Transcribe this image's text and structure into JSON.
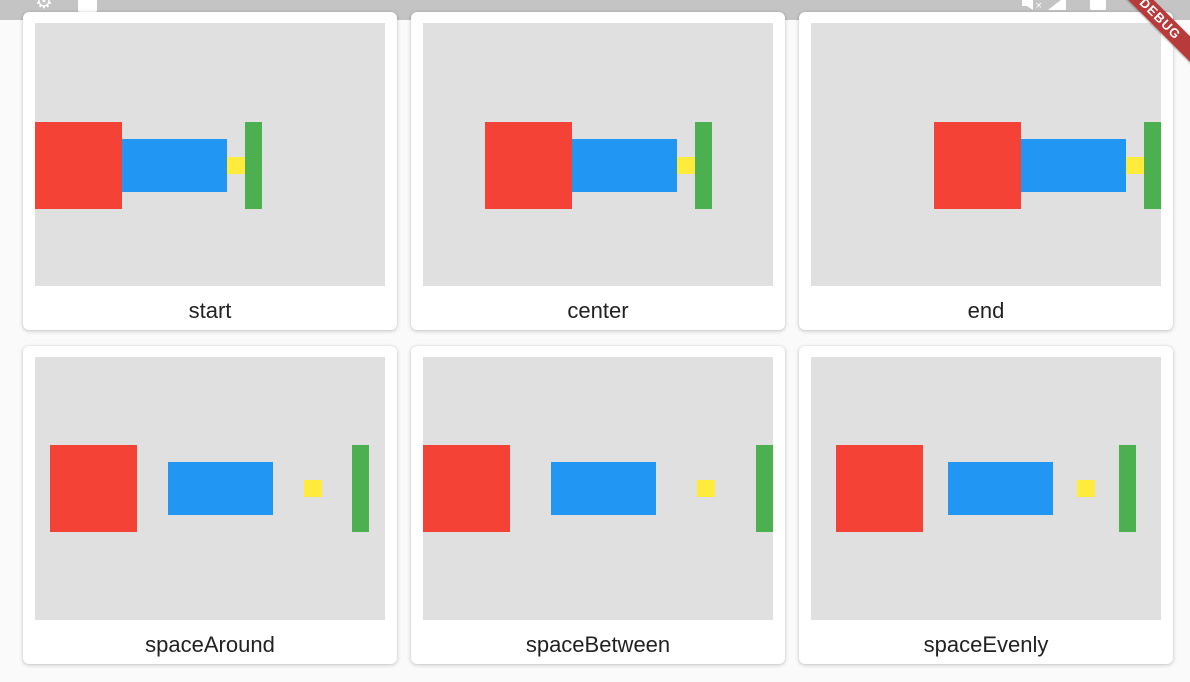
{
  "status_bar": {
    "left_icons": [
      "gear-icon",
      "square-icon"
    ],
    "right_icons": [
      "volume-muted-icon",
      "signal-icon",
      "battery-icon"
    ]
  },
  "colors": {
    "red": "#f44336",
    "blue": "#2196f3",
    "yellow": "#ffeb3b",
    "green": "#4caf50",
    "panel": "#e0e0e0",
    "banner": "#b83a3a"
  },
  "debug_banner": {
    "label": "DEBUG"
  },
  "cards": [
    {
      "label": "start"
    },
    {
      "label": "center"
    },
    {
      "label": "end"
    },
    {
      "label": "spaceAround"
    },
    {
      "label": "spaceBetween"
    },
    {
      "label": "spaceEvenly"
    }
  ]
}
